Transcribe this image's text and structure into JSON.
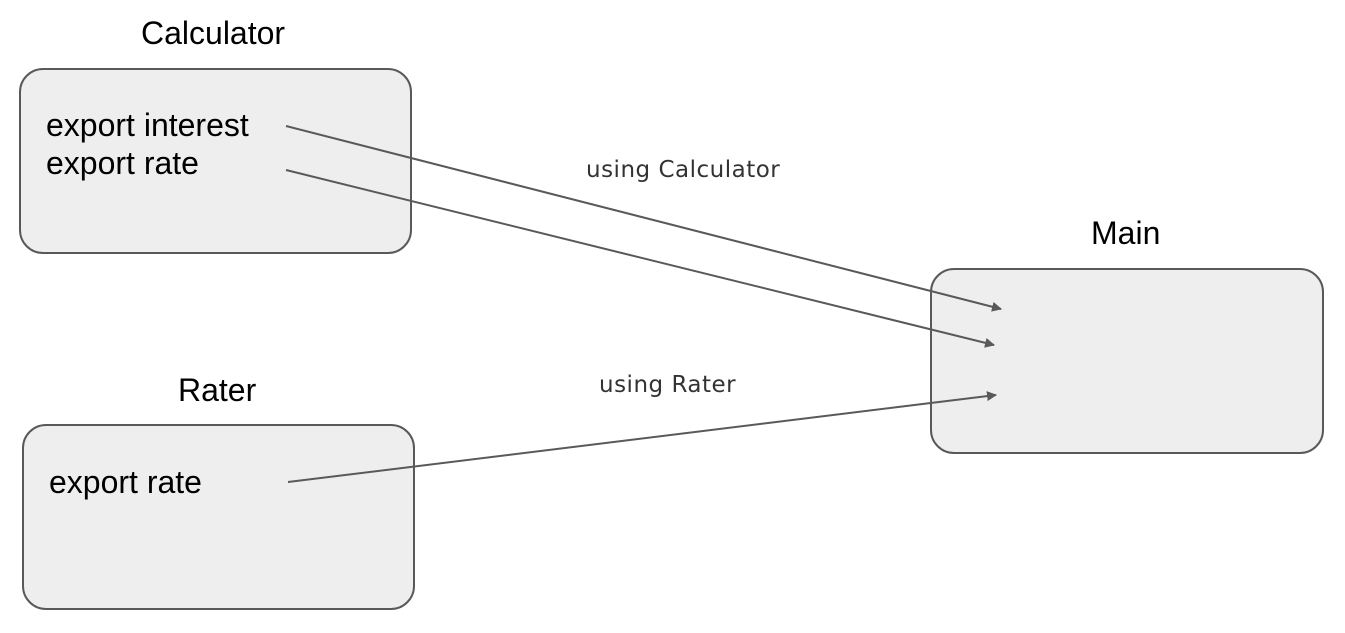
{
  "modules": {
    "calculator": {
      "title": "Calculator",
      "exports": [
        "export interest",
        "export rate"
      ]
    },
    "rater": {
      "title": "Rater",
      "exports": [
        "export rate"
      ]
    },
    "main": {
      "title": "Main"
    }
  },
  "edges": [
    {
      "from": "calculator.export interest",
      "to": "main",
      "label": "using Calculator"
    },
    {
      "from": "calculator.export rate",
      "to": "main",
      "label": ""
    },
    {
      "from": "rater.export rate",
      "to": "main",
      "label": "using Rater"
    }
  ],
  "colors": {
    "box_fill": "#eeeeee",
    "box_border": "#595959",
    "arrow": "#595959",
    "label_text": "#333333"
  }
}
